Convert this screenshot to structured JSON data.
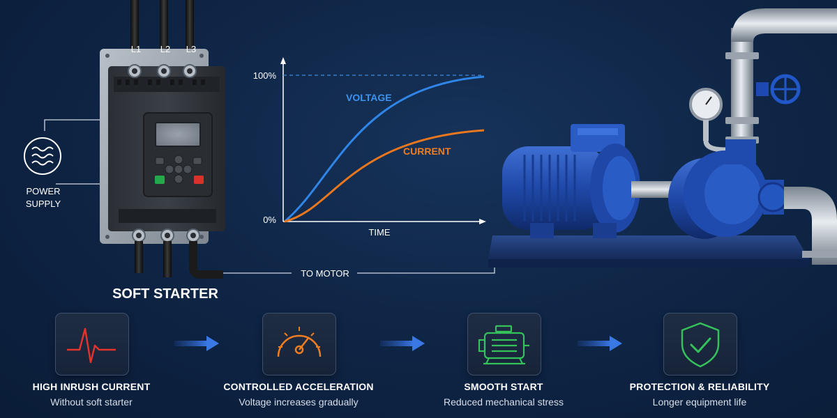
{
  "starter": {
    "phase_labels": [
      "L1",
      "L2",
      "L3"
    ],
    "caption": "SOFT STARTER"
  },
  "power": {
    "label_line1": "POWER",
    "label_line2": "SUPPLY"
  },
  "motor_link": {
    "label": "TO MOTOR"
  },
  "graph": {
    "y_top": "100%",
    "y_bottom": "0%",
    "x_label": "TIME",
    "voltage_label": "VOLTAGE",
    "current_label": "CURRENT",
    "voltage_color": "#2f86e8",
    "current_color": "#e8771e"
  },
  "steps": [
    {
      "title": "HIGH INRUSH CURRENT",
      "subtitle": "Without soft starter",
      "icon": "heartbeat-spike-icon",
      "color": "#e2332d"
    },
    {
      "title": "CONTROLLED ACCELERATION",
      "subtitle": "Voltage increases gradually",
      "icon": "speedometer-icon",
      "color": "#ef7d22"
    },
    {
      "title": "SMOOTH START",
      "subtitle": "Reduced mechanical stress",
      "icon": "motor-icon",
      "color": "#35c25a"
    },
    {
      "title": "PROTECTION & RELIABILITY",
      "subtitle": "Longer equipment life",
      "icon": "shield-check-icon",
      "color": "#35c25a"
    }
  ]
}
